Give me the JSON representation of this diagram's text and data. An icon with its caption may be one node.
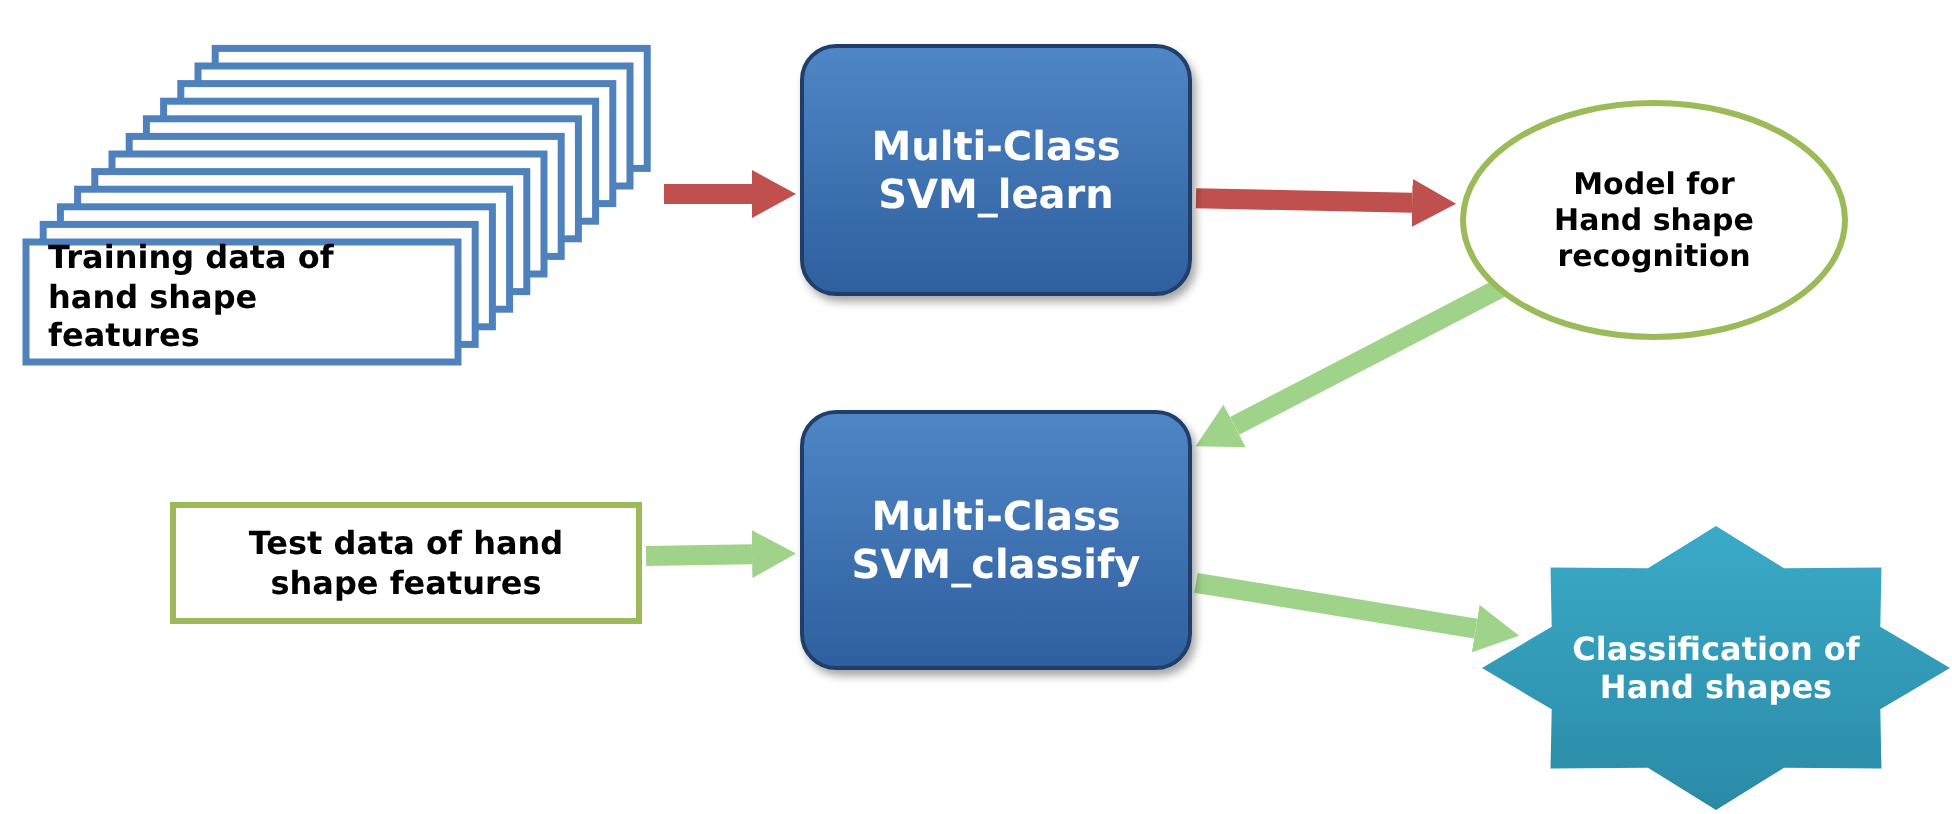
{
  "diagram": {
    "nodes": [
      {
        "text": [
          "Training data of hand shape features"
        ]
      },
      {
        "text": [
          "Multi-Class SVM_learn"
        ]
      },
      {
        "text": [
          "Model for Hand shape recognition"
        ]
      },
      {
        "text": [
          "Test data of hand shape features"
        ]
      },
      {
        "text": [
          "Multi-Class SVM_classify"
        ]
      },
      {
        "text": [
          "Classification of Hand shapes"
        ]
      }
    ],
    "edges": [
      {
        "from": 0,
        "to": 1,
        "arrow": "to",
        "color": "#c0504d"
      },
      {
        "from": 1,
        "to": 2,
        "arrow": "to",
        "color": "#c0504d"
      },
      {
        "from": 2,
        "to": 4,
        "arrow": "to"
      },
      {
        "from": 3,
        "to": 4,
        "arrow": "to"
      },
      {
        "from": 4,
        "to": 5,
        "arrow": "to"
      }
    ]
  }
}
